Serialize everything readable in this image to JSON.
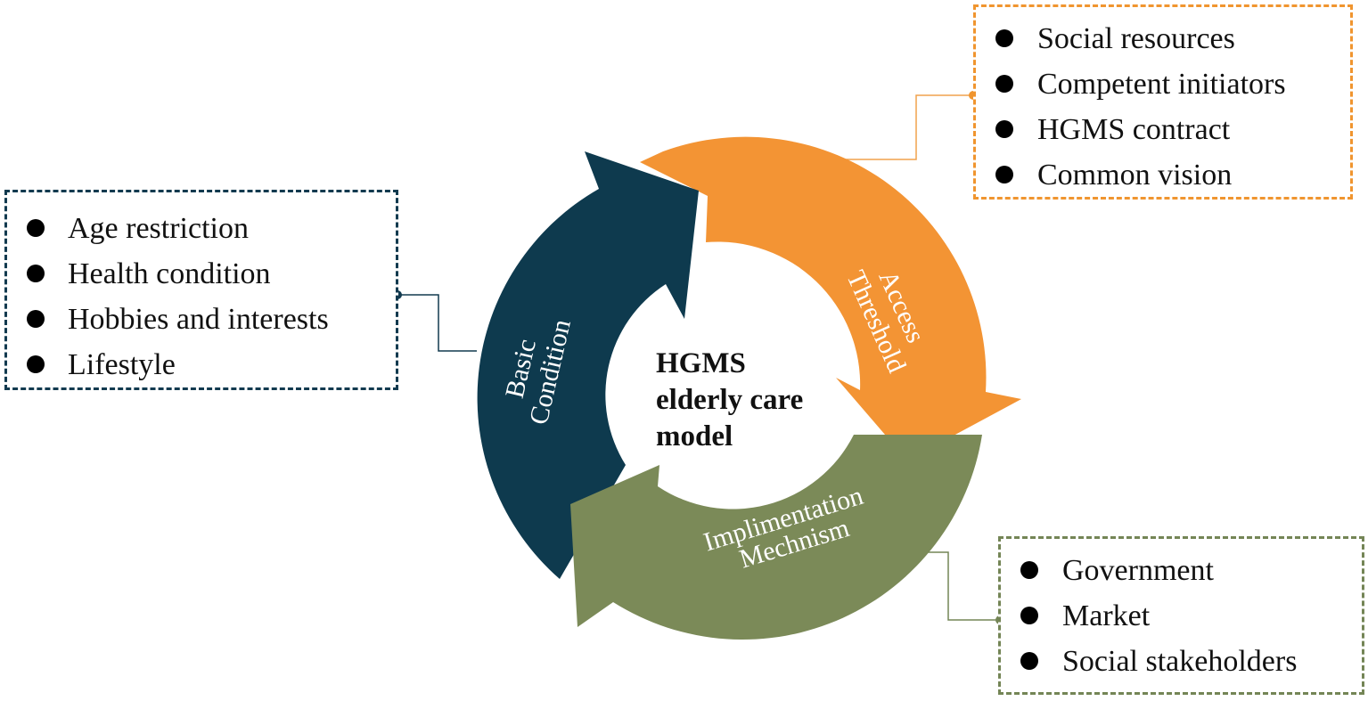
{
  "center": {
    "lines": [
      "HGMS",
      "elderly care",
      "model"
    ]
  },
  "segments": [
    {
      "id": "basic",
      "label_lines": [
        "Basic",
        "Condition"
      ],
      "color": "#0e3a4e",
      "items": [
        "Age restriction",
        "Health condition",
        "Hobbies and interests",
        "Lifestyle"
      ]
    },
    {
      "id": "access",
      "label_lines": [
        "Access",
        "Threshold"
      ],
      "color": "#f39434",
      "items": [
        "Social resources",
        "Competent initiators",
        "HGMS contract",
        "Common vision"
      ]
    },
    {
      "id": "implementation",
      "label_lines": [
        "Implimentation",
        "Mechnism"
      ],
      "color": "#7b8a58",
      "items": [
        "Government",
        "Market",
        "Social stakeholders"
      ]
    }
  ]
}
